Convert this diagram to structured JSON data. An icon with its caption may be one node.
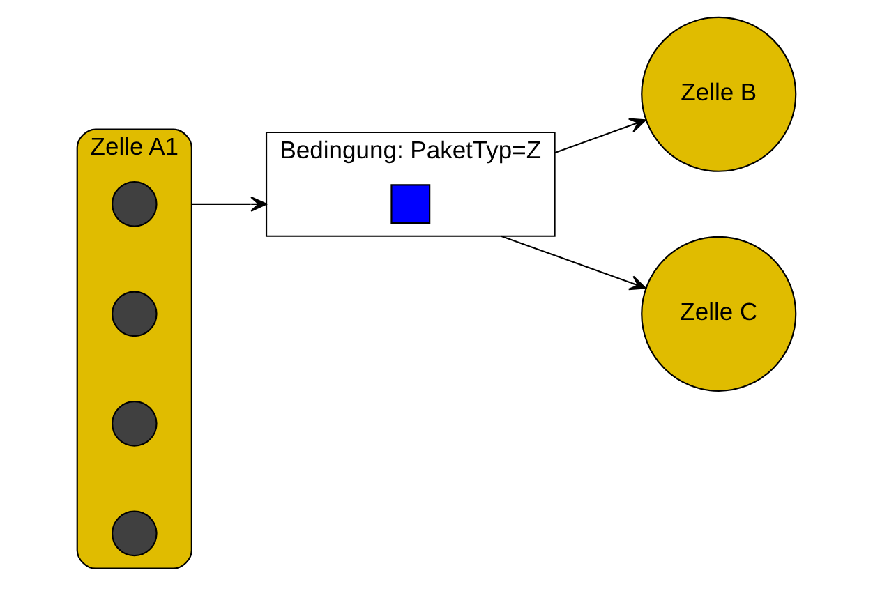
{
  "diagram": {
    "nodes": [
      {
        "text": [
          "Zelle A1"
        ]
      },
      {
        "text": [],
        "shape": "circle",
        "in": 0
      },
      {
        "text": [],
        "shape": "circle",
        "in": 0
      },
      {
        "text": [],
        "shape": "circle",
        "in": 0
      },
      {
        "text": [],
        "shape": "circle",
        "in": 0
      },
      {
        "text": [
          "Bedingung: PaketTyp=Z"
        ]
      },
      {
        "text": [],
        "shape": "box",
        "in": 5
      },
      {
        "text": [
          "Zelle B"
        ]
      },
      {
        "text": [
          "Zelle C"
        ]
      }
    ],
    "edges": [
      {
        "from": 0,
        "to": 5,
        "arrow": "to"
      },
      {
        "from": 5,
        "to": 7,
        "arrow": "to"
      },
      {
        "from": 5,
        "to": 8,
        "arrow": "to"
      }
    ]
  }
}
